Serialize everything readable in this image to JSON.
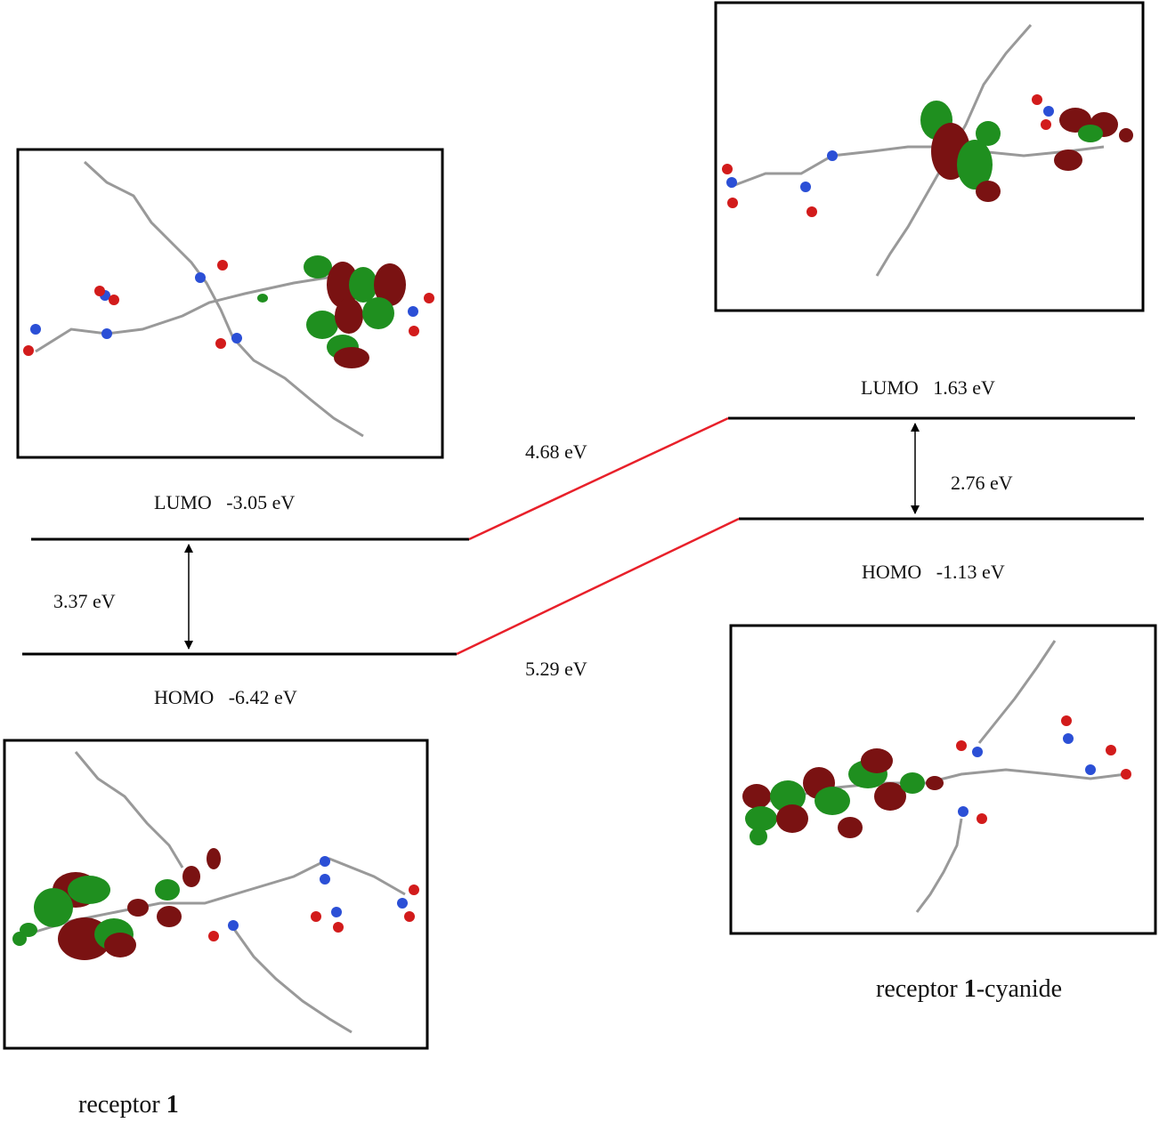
{
  "diagram": {
    "receptor1": {
      "lumo": {
        "name": "LUMO",
        "value": "-3.05 eV"
      },
      "homo": {
        "name": "HOMO",
        "value": "-6.42 eV"
      },
      "gap": "3.37 eV",
      "caption_prefix": "receptor ",
      "caption_bold": "1",
      "caption_suffix": ""
    },
    "receptor1_cyanide": {
      "lumo": {
        "name": "LUMO",
        "value": "1.63 eV"
      },
      "homo": {
        "name": "HOMO",
        "value": "-1.13 eV"
      },
      "gap": "2.76 eV",
      "caption_prefix": "receptor ",
      "caption_bold": "1",
      "caption_suffix": "-cyanide"
    },
    "lumo_shift": "4.68 eV",
    "homo_shift": "5.29 eV",
    "colors": {
      "level_line": "#000000",
      "connector": "#e8202a",
      "orbital_positive": "#1f8f1f",
      "orbital_negative": "#7a1212",
      "atom_carbon": "#a8a8a8",
      "atom_hydrogen": "#f2f2f2",
      "atom_nitrogen": "#2b4fd6",
      "atom_oxygen": "#d21b1b"
    }
  }
}
